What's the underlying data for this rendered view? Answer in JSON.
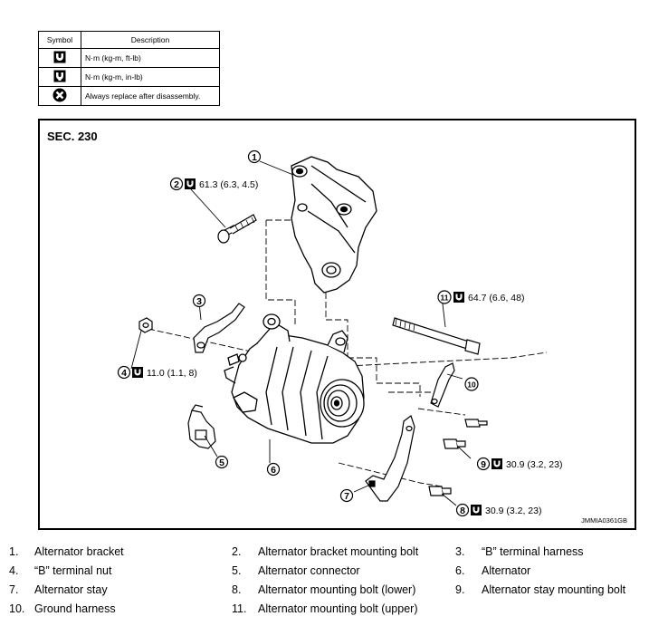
{
  "symbol_table": {
    "header_symbol": "Symbol",
    "header_description": "Description",
    "rows": [
      {
        "icon": "torque-ft-lb-icon",
        "description": "N·m (kg-m, ft-lb)"
      },
      {
        "icon": "torque-in-lb-icon",
        "description": "N·m (kg-m, in-lb)"
      },
      {
        "icon": "replace-icon",
        "description": "Always replace after disassembly."
      }
    ]
  },
  "diagram": {
    "section": "SEC. 230",
    "code": "JMMIA0361GB",
    "callouts": [
      {
        "n": "1"
      },
      {
        "n": "2",
        "torque": "61.3 (6.3, 4.5)"
      },
      {
        "n": "3"
      },
      {
        "n": "4",
        "torque": "11.0 (1.1, 8)"
      },
      {
        "n": "5"
      },
      {
        "n": "6"
      },
      {
        "n": "7"
      },
      {
        "n": "8",
        "torque": "30.9 (3.2, 23)"
      },
      {
        "n": "9",
        "torque": "30.9 (3.2, 23)"
      },
      {
        "n": "10"
      },
      {
        "n": "11",
        "torque": "64.7 (6.6, 48)"
      }
    ]
  },
  "legend": [
    {
      "num": "1.",
      "label": "Alternator bracket"
    },
    {
      "num": "2.",
      "label": "Alternator bracket mounting bolt"
    },
    {
      "num": "3.",
      "label": "“B” terminal harness"
    },
    {
      "num": "4.",
      "label": "“B” terminal nut"
    },
    {
      "num": "5.",
      "label": "Alternator connector"
    },
    {
      "num": "6.",
      "label": "Alternator"
    },
    {
      "num": "7.",
      "label": "Alternator stay"
    },
    {
      "num": "8.",
      "label": "Alternator mounting bolt (lower)"
    },
    {
      "num": "9.",
      "label": "Alternator stay mounting bolt"
    },
    {
      "num": "10.",
      "label": "Ground harness"
    },
    {
      "num": "11.",
      "label": "Alternator mounting bolt (upper)"
    }
  ]
}
